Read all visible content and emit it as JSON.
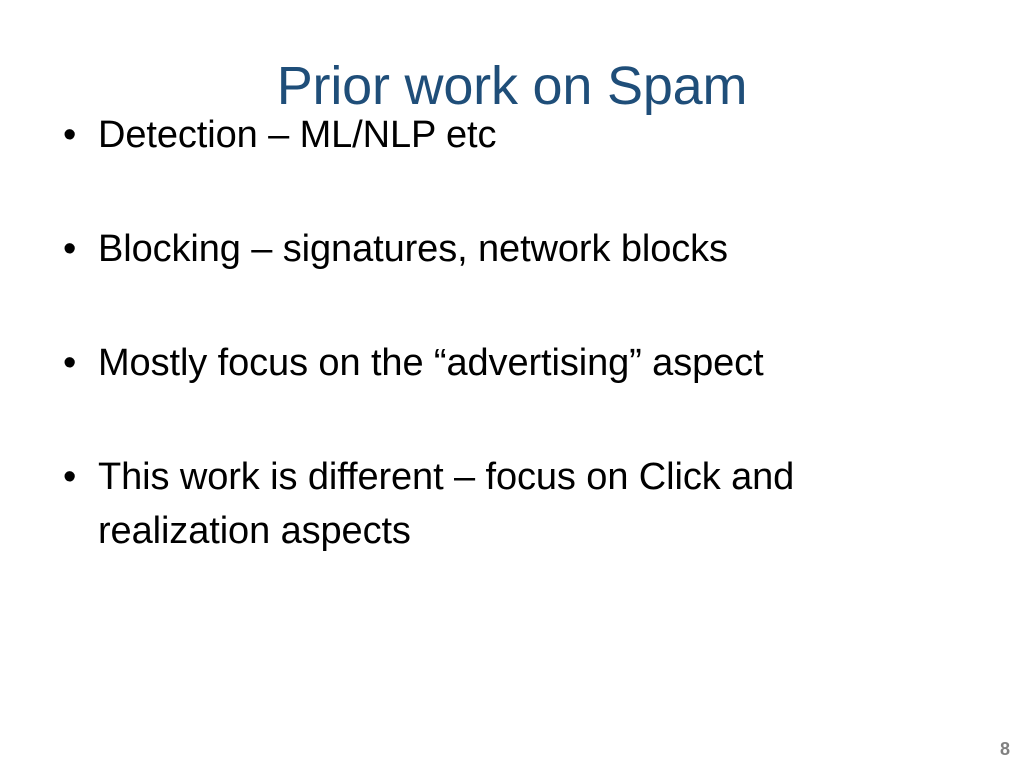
{
  "slide": {
    "title": "Prior work on Spam",
    "title_color": "#1F4E79",
    "background_color": "#FFFFFF",
    "text_color": "#000000",
    "bullet_glyph": "•",
    "bullets": [
      {
        "text": "Detection – ML/NLP etc"
      },
      {
        "text": "Blocking – signatures, network blocks"
      },
      {
        "text": "Mostly focus on the “advertising” aspect"
      },
      {
        "text": "This work is different – focus on Click and realization aspects"
      }
    ],
    "page_number": "8",
    "page_number_color": "#808080"
  }
}
